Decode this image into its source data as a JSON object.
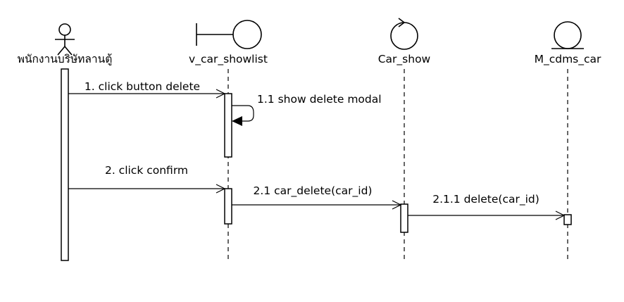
{
  "participants": {
    "actor": {
      "label": "พนักงานบริษัทลานตู้",
      "kind": "actor"
    },
    "boundary": {
      "label": "v_car_showlist",
      "kind": "boundary"
    },
    "control": {
      "label": "Car_show",
      "kind": "control"
    },
    "entity": {
      "label": "M_cdms_car",
      "kind": "entity"
    }
  },
  "messages": [
    {
      "number": "1.",
      "text": "1. click button delete",
      "from": "actor",
      "to": "boundary",
      "arrow": "open"
    },
    {
      "number": "1.1",
      "text": "1.1 show delete modal",
      "from": "boundary",
      "to": "boundary",
      "arrow": "filled"
    },
    {
      "number": "2.",
      "text": "2. click confirm",
      "from": "actor",
      "to": "boundary",
      "arrow": "open"
    },
    {
      "number": "2.1",
      "text": "2.1 car_delete(car_id)",
      "from": "boundary",
      "to": "control",
      "arrow": "open"
    },
    {
      "number": "2.1.1",
      "text": "2.1.1 delete(car_id)",
      "from": "control",
      "to": "entity",
      "arrow": "open"
    }
  ]
}
